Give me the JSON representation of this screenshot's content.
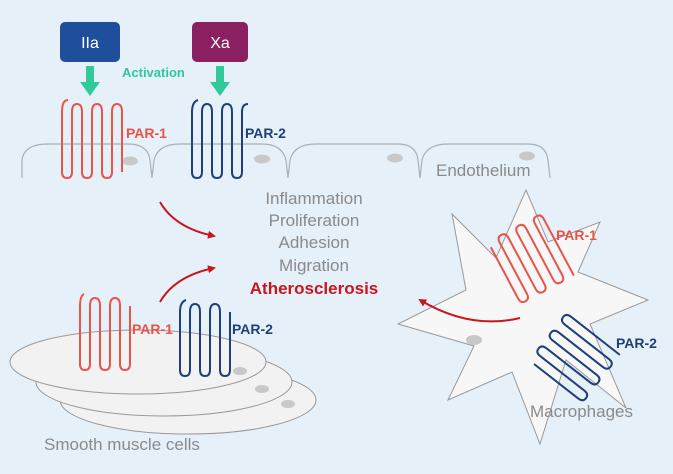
{
  "factors": {
    "iia": "IIa",
    "xa": "Xa",
    "iia_color": "#1f4e9a",
    "xa_color": "#8a2060"
  },
  "activation_label": "Activation",
  "receptors": {
    "par1": "PAR-1",
    "par2": "PAR-2",
    "par1_color": "#e8534a",
    "par2_color": "#1f3f78"
  },
  "cell_labels": {
    "endothelium": "Endothelium",
    "smooth_muscle": "Smooth muscle cells",
    "macrophages": "Macrophages"
  },
  "effects": {
    "items": [
      "Inflammation",
      "Proliferation",
      "Adhesion",
      "Migration"
    ],
    "outcome": "Atherosclerosis",
    "outcome_color": "#c8161d"
  },
  "colors": {
    "background": "#e6f0f9",
    "activation_arrow": "#2fc99a",
    "effect_arrow": "#c8161d"
  }
}
